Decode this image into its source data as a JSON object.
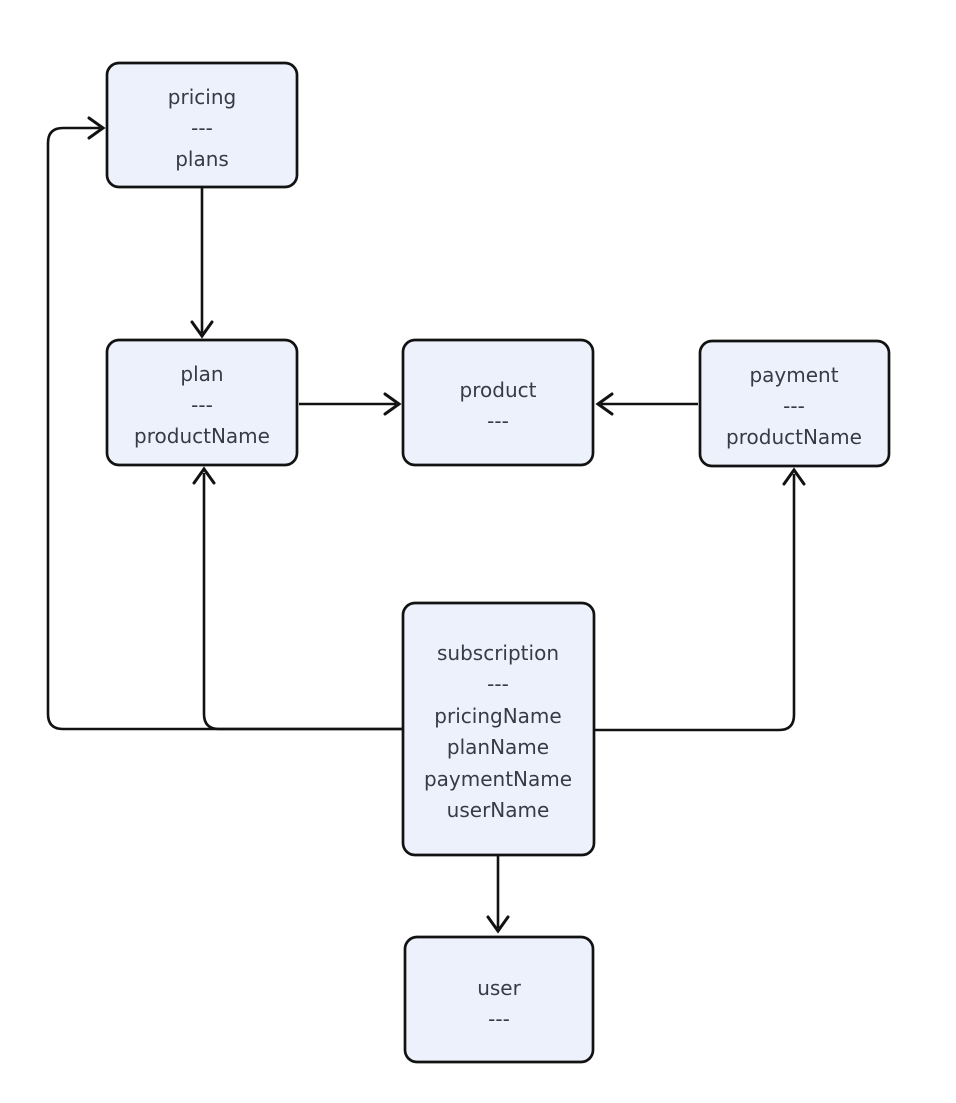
{
  "diagram": {
    "type": "flowchart",
    "background": "#ffffff"
  },
  "style": {
    "node_fill": "#EDF1FB",
    "node_border": "#121212",
    "edge_color": "#121212",
    "text_color": "#353C47"
  },
  "nodes": {
    "pricing": {
      "title": "pricing",
      "sep": "---",
      "attrs": [
        "plans"
      ]
    },
    "plan": {
      "title": "plan",
      "sep": "---",
      "attrs": [
        "productName"
      ]
    },
    "product": {
      "title": "product",
      "sep": "---",
      "attrs": []
    },
    "payment": {
      "title": "payment",
      "sep": "---",
      "attrs": [
        "productName"
      ]
    },
    "subscription": {
      "title": "subscription",
      "sep": "---",
      "attrs": [
        "pricingName",
        "planName",
        "paymentName",
        "userName"
      ]
    },
    "user": {
      "title": "user",
      "sep": "---",
      "attrs": []
    }
  },
  "edges": [
    {
      "from": "pricing",
      "to": "plan"
    },
    {
      "from": "plan",
      "to": "product"
    },
    {
      "from": "payment",
      "to": "product"
    },
    {
      "from": "subscription",
      "to": "pricing"
    },
    {
      "from": "subscription",
      "to": "plan"
    },
    {
      "from": "subscription",
      "to": "payment"
    },
    {
      "from": "subscription",
      "to": "user"
    }
  ]
}
